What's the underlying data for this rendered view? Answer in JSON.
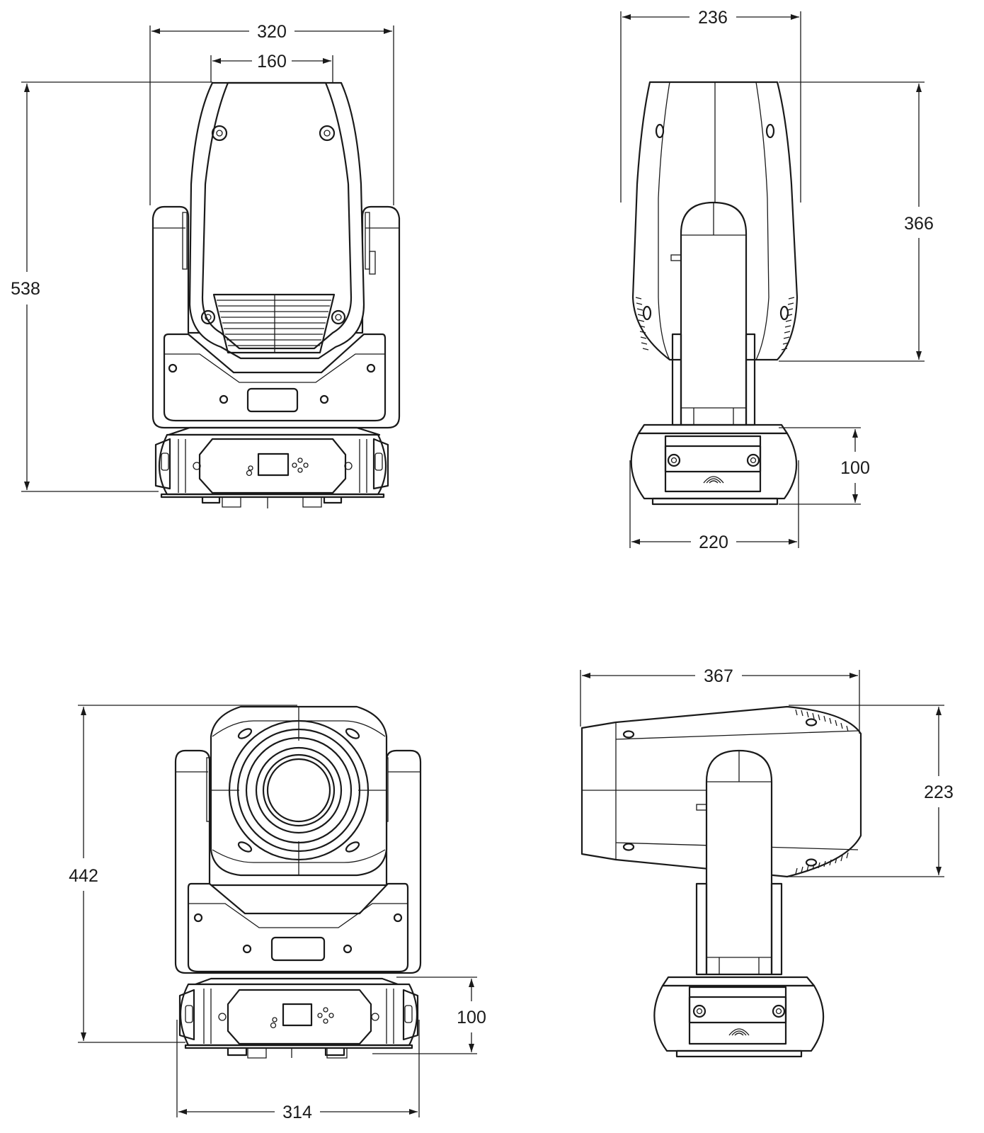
{
  "views": {
    "front": {
      "dims": {
        "overall_width": "320",
        "top_width": "160",
        "height": "538"
      }
    },
    "side": {
      "dims": {
        "head_width": "236",
        "head_height": "366",
        "base_height": "100",
        "base_width": "220"
      }
    },
    "lens": {
      "dims": {
        "height": "442",
        "base_height": "100",
        "base_width": "314"
      }
    },
    "profile": {
      "dims": {
        "length": "367",
        "height": "223"
      }
    }
  },
  "colors": {
    "line": "#1a1a1a",
    "background": "#ffffff"
  }
}
